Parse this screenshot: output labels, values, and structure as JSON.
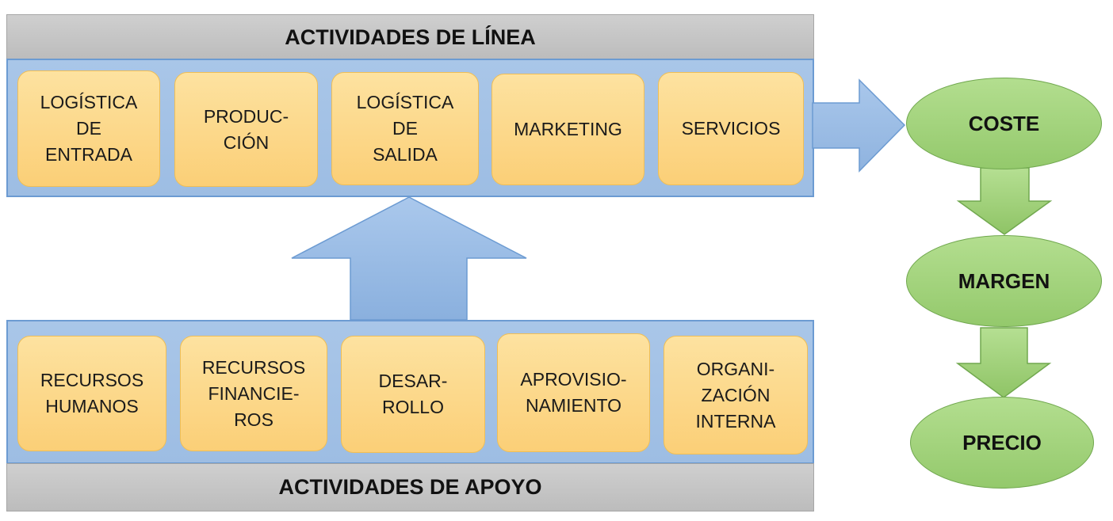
{
  "top_header": "ACTIVIDADES DE LÍNEA",
  "bottom_header": "ACTIVIDADES DE APOYO",
  "line_activities": [
    "LOGÍSTICA\nDE\nENTRADA",
    "PRODUC-\nCIÓN",
    "LOGÍSTICA\nDE\nSALIDA",
    "MARKETING",
    "SERVICIOS"
  ],
  "support_activities": [
    "RECURSOS\nHUMANOS",
    "RECURSOS\nFINANCIE-\nROS",
    "DESAR-\nROLLO",
    "APROVISIO-\nNAMIENTO",
    "ORGANI-\nZACIÓN\nINTERNA"
  ],
  "chain": [
    "COSTE",
    "MARGEN",
    "PRECIO"
  ],
  "colors": {
    "box_fill": "#fbcf77",
    "panel_fill": "#9dbde3",
    "arrow_blue": "#8fb4e0",
    "oval_fill": "#94c96c",
    "header_fill": "#c6c6c6"
  }
}
